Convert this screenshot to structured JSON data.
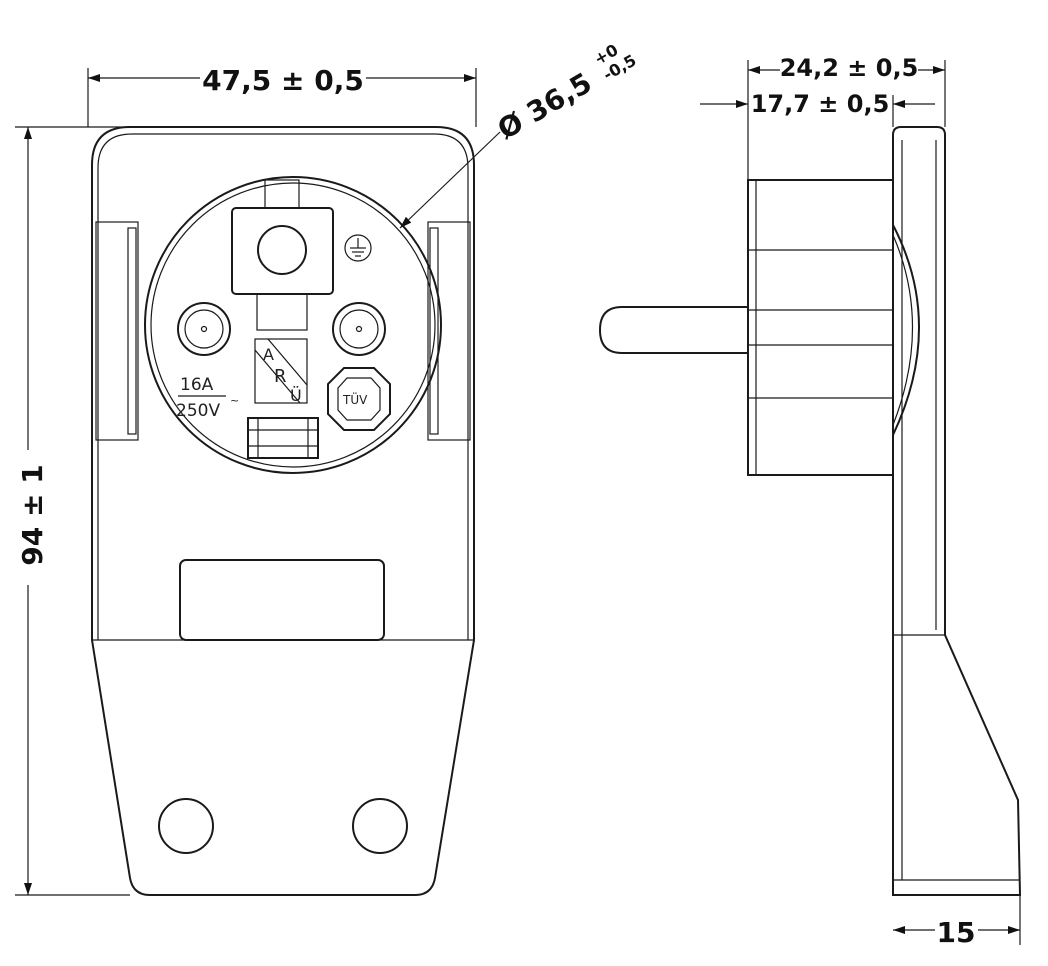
{
  "dimensions": {
    "width_front": "47,5 ± 0,5",
    "height": "94 ± 1",
    "diameter": "Ø 36,5",
    "diameter_tol_upper": "+0",
    "diameter_tol_lower": "-0,5",
    "depth_total": "24,2 ± 0,5",
    "depth_body": "17,7 ± 0,5",
    "plate_depth": "15"
  },
  "markings": {
    "current": "16A",
    "voltage": "250V",
    "ac_symbol": "~",
    "vde_letters": [
      "A",
      "R",
      "Ü"
    ],
    "tuv": "TÜV"
  }
}
